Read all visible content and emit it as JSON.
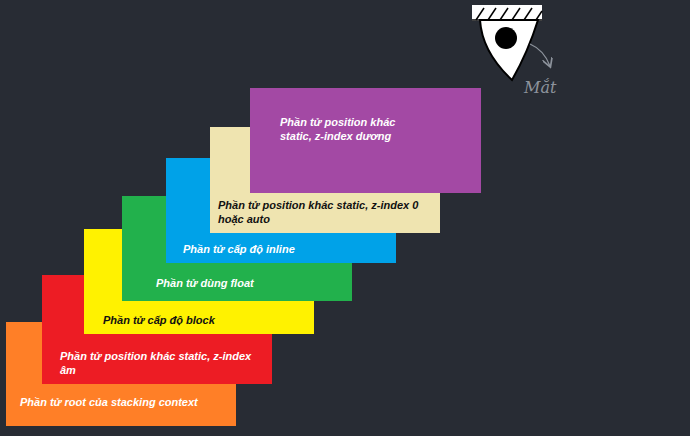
{
  "diagram": {
    "nodes": [
      {
        "text": [
          "Phần tử root của stacking context"
        ]
      },
      {
        "text": [
          "Phần tử position khác static, z-index âm"
        ]
      },
      {
        "text": [
          "Phần tử cấp độ block"
        ]
      },
      {
        "text": [
          "Phần tử dùng float"
        ]
      },
      {
        "text": [
          "Phần tử cấp độ inline"
        ]
      },
      {
        "text": [
          "Phần tử position khác static, z-index 0 hoặc auto"
        ]
      },
      {
        "text": [
          "Phần tử position khác static, z-index dương"
        ]
      }
    ],
    "labels": [
      "Mắt"
    ]
  }
}
